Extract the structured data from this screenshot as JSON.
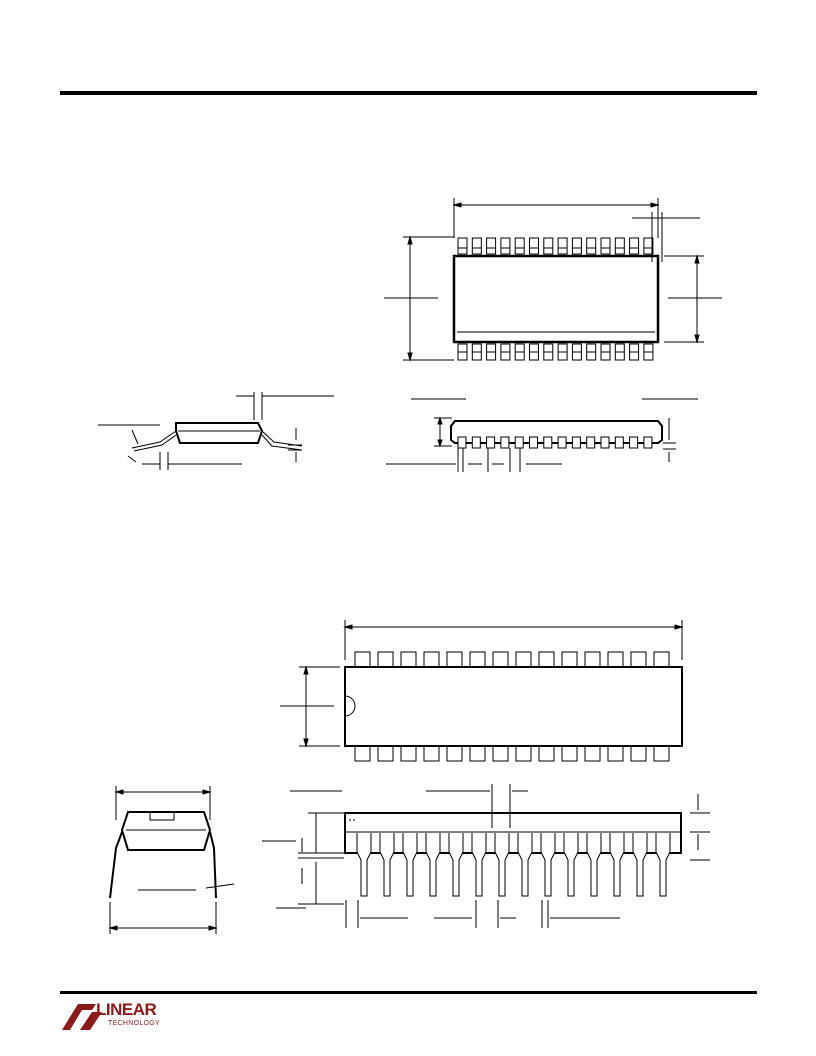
{
  "footer": {
    "logo_name": "LINEAR",
    "logo_sub": "TECHNOLOGY",
    "logo_color": "#8b1a1a"
  },
  "packages": {
    "ssop_pins_per_side": 14,
    "dip_pins_per_side": 14
  }
}
